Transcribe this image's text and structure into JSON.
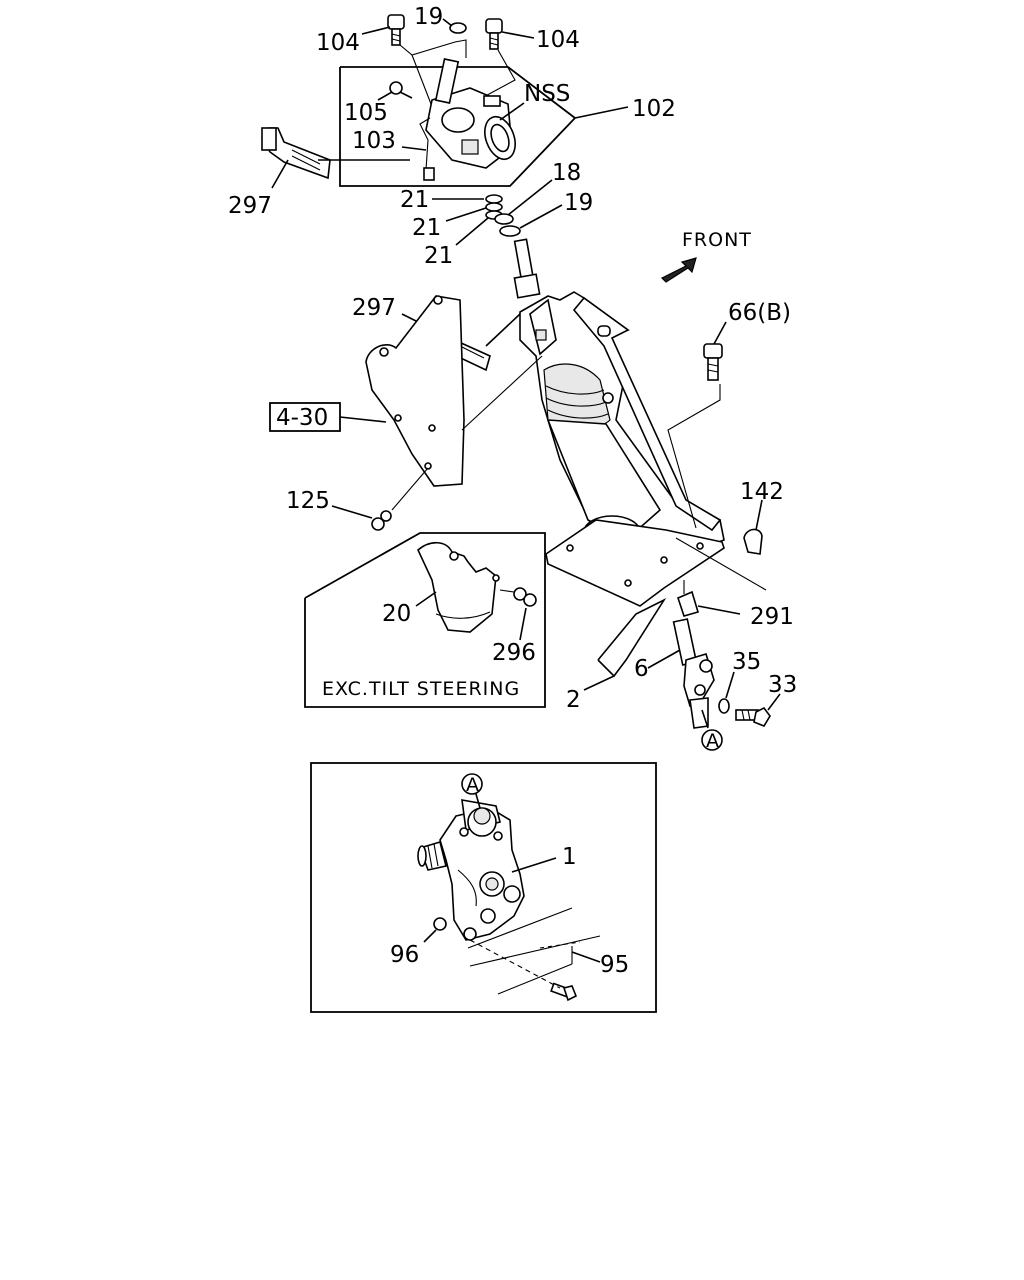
{
  "labels": {
    "p104_left": "104",
    "p104_right": "104",
    "p19_top": "19",
    "p105": "105",
    "nss": "NSS",
    "p102": "102",
    "p103": "103",
    "p297_top": "297",
    "p21_a": "21",
    "p21_b": "21",
    "p21_c": "21",
    "p18": "18",
    "p19_mid": "19",
    "front": "FRONT",
    "p297_mid": "297",
    "p66b": "66(B)",
    "p4_30": "4-30",
    "p125": "125",
    "p142": "142",
    "p20": "20",
    "p296": "296",
    "exc_tilt": "EXC.TILT STEERING",
    "p291": "291",
    "p6": "6",
    "p35": "35",
    "p33": "33",
    "p2": "2",
    "ref_a_bottom": "A",
    "ref_a_gear": "A",
    "p1": "1",
    "p96": "96",
    "p95": "95"
  }
}
